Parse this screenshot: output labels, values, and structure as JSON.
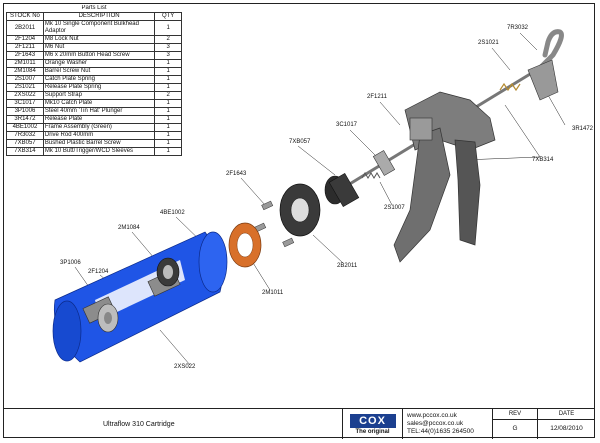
{
  "parts_list": {
    "caption": "Parts List",
    "headers": [
      "STOCK No",
      "DESCRIPTION",
      "QTY"
    ],
    "rows": [
      {
        "stock": "2B2011",
        "desc": "Mk 10 Single Component Bulkhead Adaptor",
        "qty": "1"
      },
      {
        "stock": "2F1204",
        "desc": "M8 Lock Nut",
        "qty": "2"
      },
      {
        "stock": "2F1211",
        "desc": "M6 Nut",
        "qty": "3"
      },
      {
        "stock": "2F1643",
        "desc": "M6 x 20mm Button Head Screw",
        "qty": "3"
      },
      {
        "stock": "2M1011",
        "desc": "Orange Washer",
        "qty": "1"
      },
      {
        "stock": "2M1084",
        "desc": "Barrel Screw Nut",
        "qty": "1"
      },
      {
        "stock": "2S1007",
        "desc": "Catch Plate Spring",
        "qty": "1"
      },
      {
        "stock": "2S1021",
        "desc": "Release Plate Spring",
        "qty": "1"
      },
      {
        "stock": "2XS022",
        "desc": "Support Strap",
        "qty": "2"
      },
      {
        "stock": "3C1017",
        "desc": "Mk10 Catch Plate",
        "qty": "1"
      },
      {
        "stock": "3P1006",
        "desc": "Steel 40mm 'Tin Hat' Plunger",
        "qty": "1"
      },
      {
        "stock": "3R1472",
        "desc": "Release Plate",
        "qty": "1"
      },
      {
        "stock": "4BE1002",
        "desc": "Frame Assembly (Green)",
        "qty": "1"
      },
      {
        "stock": "7R3032",
        "desc": "Drive Rod 400mm",
        "qty": "1"
      },
      {
        "stock": "7XB057",
        "desc": "Bushed Plastic Barrel Screw",
        "qty": "1"
      },
      {
        "stock": "7XB314",
        "desc": "Mk 10 Butt/Trigger/WCD Sleeves",
        "qty": "1"
      }
    ]
  },
  "callouts": {
    "c7R3032": "7R3032",
    "c2S1021": "2S1021",
    "c2F1211": "2F1211",
    "c3C1017": "3C1017",
    "c3R1472": "3R1472",
    "c7XB057": "7XB057",
    "c7XB314": "7XB314",
    "c2F1643": "2F1643",
    "c2S1007": "2S1007",
    "c4BE1002": "4BE1002",
    "c2M1084": "2M1084",
    "c2B2011": "2B2011",
    "c3P1006": "3P1006",
    "c2F1204": "2F1204",
    "c2M1011": "2M1011",
    "c2XS022": "2XS022"
  },
  "footer": {
    "title": "Ultraflow 310 Cartridge",
    "logo_text": "COX",
    "logo_tagline": "The original",
    "website": "www.pccox.co.uk",
    "email": "sales@pccox.co.uk",
    "phone": "TEL:44(0)1635 264500",
    "rev_label": "REV",
    "rev_value": "G",
    "date_label": "DATE",
    "date_value": "12/08/2010"
  },
  "colors": {
    "barrel_blue": "#1f55e6",
    "washer_orange": "#d8702a",
    "logo_blue": "#1b3f8f",
    "metal_grey": "#8a8a8a"
  }
}
